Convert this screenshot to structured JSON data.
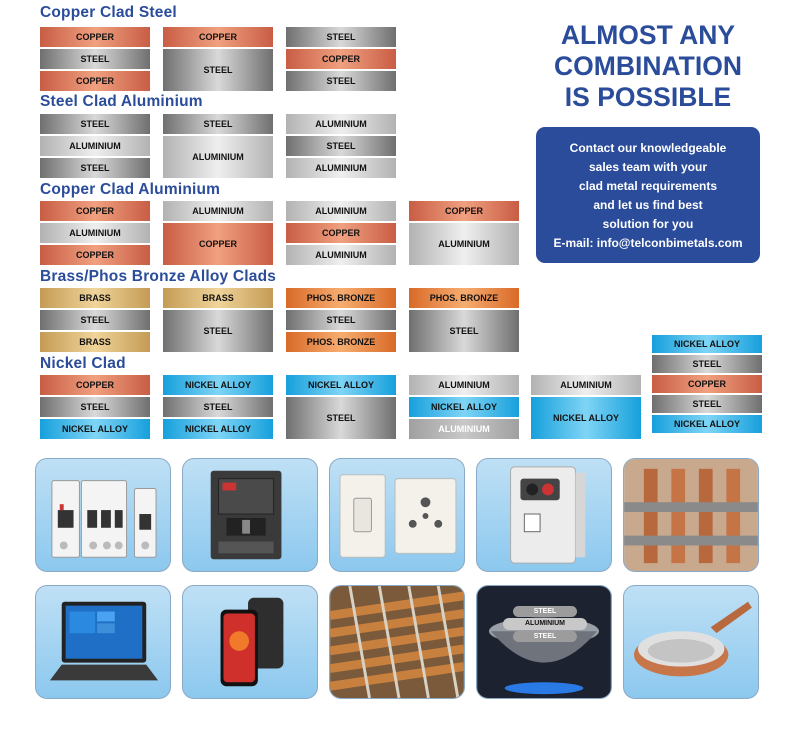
{
  "sections": [
    {
      "title": "Copper Clad Steel",
      "stacks": [
        {
          "layers": [
            {
              "label": "COPPER",
              "m": "copper",
              "h": 20
            },
            {
              "label": "STEEL",
              "m": "steel",
              "h": 20
            },
            {
              "label": "COPPER",
              "m": "copper",
              "h": 20
            }
          ]
        },
        {
          "layers": [
            {
              "label": "COPPER",
              "m": "copper",
              "h": 20
            },
            {
              "label": "STEEL",
              "m": "steel",
              "h": 42
            }
          ]
        },
        {
          "layers": [
            {
              "label": "STEEL",
              "m": "steel",
              "h": 20
            },
            {
              "label": "COPPER",
              "m": "copper",
              "h": 20
            },
            {
              "label": "STEEL",
              "m": "steel",
              "h": 20
            }
          ]
        }
      ]
    },
    {
      "title": "Steel Clad Aluminium",
      "stacks": [
        {
          "layers": [
            {
              "label": "STEEL",
              "m": "steel",
              "h": 20
            },
            {
              "label": "ALUMINIUM",
              "m": "alu",
              "h": 20
            },
            {
              "label": "STEEL",
              "m": "steel",
              "h": 20
            }
          ]
        },
        {
          "layers": [
            {
              "label": "STEEL",
              "m": "steel",
              "h": 20
            },
            {
              "label": "ALUMINIUM",
              "m": "alu",
              "h": 42
            }
          ]
        },
        {
          "layers": [
            {
              "label": "ALUMINIUM",
              "m": "alu",
              "h": 20
            },
            {
              "label": "STEEL",
              "m": "steel",
              "h": 20
            },
            {
              "label": "ALUMINIUM",
              "m": "alu",
              "h": 20
            }
          ]
        }
      ]
    },
    {
      "title": "Copper Clad Aluminium",
      "stacks": [
        {
          "layers": [
            {
              "label": "COPPER",
              "m": "copper",
              "h": 20
            },
            {
              "label": "ALUMINIUM",
              "m": "alu",
              "h": 20
            },
            {
              "label": "COPPER",
              "m": "copper",
              "h": 20
            }
          ]
        },
        {
          "layers": [
            {
              "label": "ALUMINIUM",
              "m": "alu",
              "h": 20
            },
            {
              "label": "COPPER",
              "m": "copper",
              "h": 42
            }
          ]
        },
        {
          "layers": [
            {
              "label": "ALUMINIUM",
              "m": "alu",
              "h": 20
            },
            {
              "label": "COPPER",
              "m": "copper",
              "h": 20
            },
            {
              "label": "ALUMINIUM",
              "m": "alu",
              "h": 20
            }
          ]
        },
        {
          "layers": [
            {
              "label": "COPPER",
              "m": "copper",
              "h": 20
            },
            {
              "label": "ALUMINIUM",
              "m": "alu",
              "h": 42
            }
          ]
        }
      ]
    },
    {
      "title": "Brass/Phos Bronze Alloy Clads",
      "stacks": [
        {
          "layers": [
            {
              "label": "BRASS",
              "m": "brass",
              "h": 20
            },
            {
              "label": "STEEL",
              "m": "steel",
              "h": 20
            },
            {
              "label": "BRASS",
              "m": "brass",
              "h": 20
            }
          ]
        },
        {
          "layers": [
            {
              "label": "BRASS",
              "m": "brass",
              "h": 20
            },
            {
              "label": "STEEL",
              "m": "steel",
              "h": 42
            }
          ]
        },
        {
          "layers": [
            {
              "label": "PHOS. BRONZE",
              "m": "phos",
              "h": 20
            },
            {
              "label": "STEEL",
              "m": "steel",
              "h": 20
            },
            {
              "label": "PHOS. BRONZE",
              "m": "phos",
              "h": 20
            }
          ]
        },
        {
          "layers": [
            {
              "label": "PHOS. BRONZE",
              "m": "phos",
              "h": 20
            },
            {
              "label": "STEEL",
              "m": "steel",
              "h": 42
            }
          ]
        }
      ]
    },
    {
      "title": "Nickel Clad",
      "stacks": [
        {
          "layers": [
            {
              "label": "COPPER",
              "m": "copper",
              "h": 20
            },
            {
              "label": "STEEL",
              "m": "steel",
              "h": 20
            },
            {
              "label": "NICKEL ALLOY",
              "m": "nickel",
              "h": 20
            }
          ]
        },
        {
          "layers": [
            {
              "label": "NICKEL ALLOY",
              "m": "nickel",
              "h": 20
            },
            {
              "label": "STEEL",
              "m": "steel",
              "h": 20
            },
            {
              "label": "NICKEL ALLOY",
              "m": "nickel",
              "h": 20
            }
          ]
        },
        {
          "layers": [
            {
              "label": "NICKEL ALLOY",
              "m": "nickel",
              "h": 20
            },
            {
              "label": "STEEL",
              "m": "steel",
              "h": 42
            }
          ]
        },
        {
          "layers": [
            {
              "label": "ALUMINIUM",
              "m": "alu",
              "h": 20
            },
            {
              "label": "NICKEL ALLOY",
              "m": "nickel",
              "h": 20
            },
            {
              "label": "ALUMINIUM",
              "m": "alu-w",
              "h": 20
            }
          ]
        },
        {
          "layers": [
            {
              "label": "ALUMINIUM",
              "m": "alu",
              "h": 20
            },
            {
              "label": "NICKEL ALLOY",
              "m": "nickel",
              "h": 42
            }
          ]
        },
        {
          "layers": [
            {
              "label": "NICKEL ALLOY",
              "m": "nickel",
              "h": 18
            },
            {
              "label": "STEEL",
              "m": "steel",
              "h": 18
            },
            {
              "label": "COPPER",
              "m": "copper",
              "h": 18
            },
            {
              "label": "STEEL",
              "m": "steel",
              "h": 18
            },
            {
              "label": "NICKEL ALLOY",
              "m": "nickel",
              "h": 18
            }
          ]
        }
      ]
    }
  ],
  "headline": [
    "ALMOST ANY",
    "COMBINATION",
    "IS POSSIBLE"
  ],
  "contact": [
    "Contact our knowledgeable",
    "sales team with your",
    "clad metal requirements",
    "and let us find best",
    "solution for you",
    "E-mail: info@telconbimetals.com"
  ],
  "cookware_labels": [
    "STEEL",
    "ALUMINIUM",
    "STEEL"
  ],
  "colors": {
    "brand_blue": "#2a4c9a",
    "copper": "#e07a5f",
    "steel": "#9a9a9a",
    "aluminium": "#d4d4d4",
    "brass": "#ddb774",
    "phos_bronze": "#ec8c48",
    "nickel": "#2cb2e8"
  }
}
